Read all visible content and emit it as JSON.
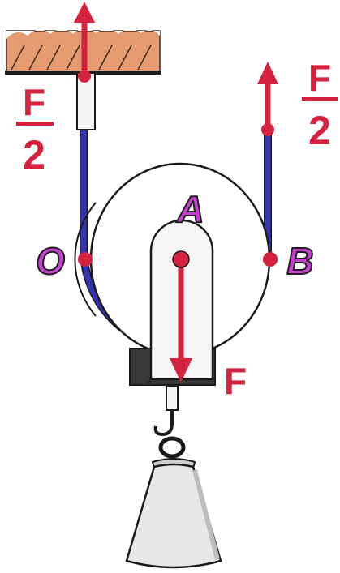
{
  "colors": {
    "arrow": "#d5233f",
    "rope": "#3434b8",
    "label_purple": "#c63fd0",
    "label_outline": "#1f1f1f",
    "ceiling": "#e59a6f",
    "metal": "#efefef",
    "outline": "#1a1a1a"
  },
  "labels": {
    "top_left_num": "F",
    "top_left_den": "2",
    "top_right_num": "F",
    "top_right_den": "2",
    "point_a": "A",
    "point_o": "O",
    "point_b": "B",
    "force_f": "F"
  }
}
